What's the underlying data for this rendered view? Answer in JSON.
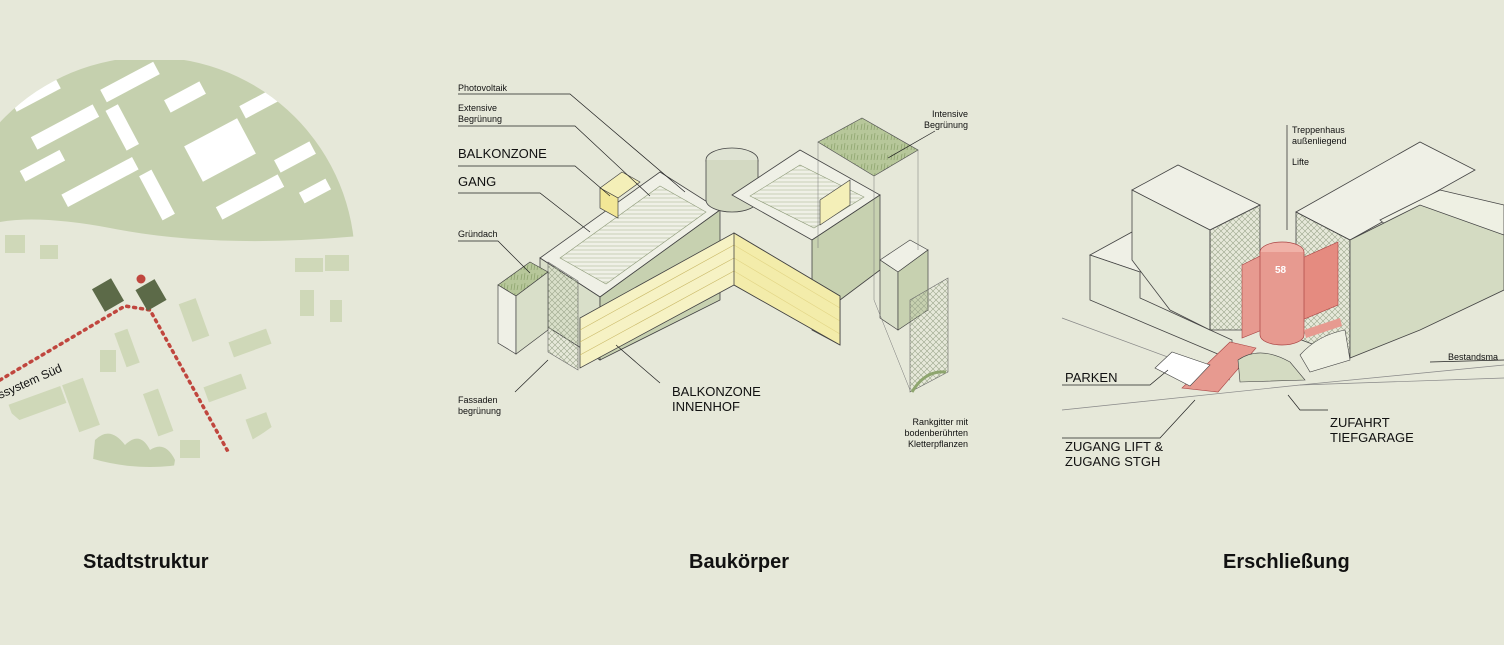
{
  "panels": {
    "stadtstruktur": {
      "title": "Stadtstruktur",
      "route_label": "ssystem Süd"
    },
    "baukoerper": {
      "title": "Baukörper",
      "labels": {
        "photovoltaik": "Photovoltaik",
        "extensive_1": "Extensive",
        "extensive_2": "Begrünung",
        "balkonzone": "BALKONZONE",
        "gang": "GANG",
        "gruendach": "Gründach",
        "fassaden_1": "Fassaden",
        "fassaden_2": "begrünung",
        "innenhof_1": "BALKONZONE",
        "innenhof_2": "INNENHOF",
        "intensive_1": "Intensive",
        "intensive_2": "Begrünung",
        "rankgitter_1": "Rankgitter mit",
        "rankgitter_2": "bodenberührten",
        "rankgitter_3": "Kletterpflanzen"
      }
    },
    "erschliessung": {
      "title": "Erschließung",
      "labels": {
        "treppenhaus_1": "Treppenhaus",
        "treppenhaus_2": "außenliegend",
        "lifte": "Lifte",
        "tower_number": "58",
        "parken": "PARKEN",
        "bestand": "Bestandsma",
        "zugang_1": "ZUGANG LIFT &",
        "zugang_2": "ZUGANG STGH",
        "zufahrt_1": "ZUFAHRT",
        "zufahrt_2": "TIEFGARAGE"
      }
    }
  },
  "colors": {
    "background": "#e6e8d9",
    "green_fill": "#c5d0ae",
    "pale_green": "#d7ddc5",
    "route": "#c0463e",
    "dark_building": "#5c6a48",
    "yellow": "#f4efb8",
    "red_core": "#e79a90"
  }
}
